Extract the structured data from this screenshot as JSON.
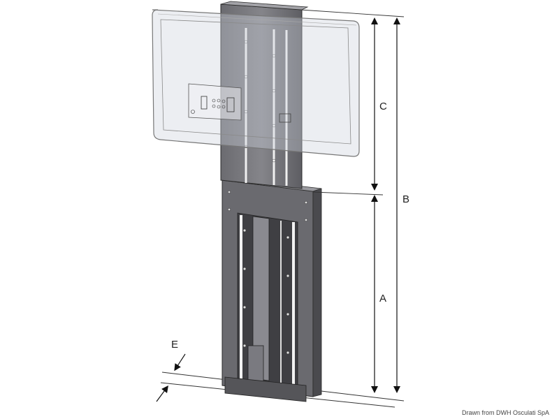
{
  "diagram": {
    "labels": {
      "a": "A",
      "b": "B",
      "c": "C",
      "e": "E"
    },
    "credit": "Drawn from DWH Osculati SpA"
  }
}
